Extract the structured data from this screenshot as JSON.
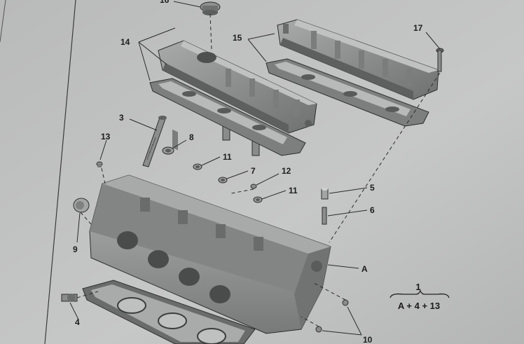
{
  "callouts": {
    "c16": "16",
    "c14": "14",
    "c15": "15",
    "c17": "17",
    "c3": "3",
    "c8": "8",
    "c13": "13",
    "c11a": "11",
    "c7": "7",
    "c12": "12",
    "c11b": "11",
    "c5": "5",
    "c6": "6",
    "c9": "9",
    "cA": "A",
    "c4": "4",
    "c10": "10"
  },
  "formula": {
    "top": "1",
    "bottom": "A + 4 + 13"
  },
  "colors": {
    "paper": "#bfc0c0",
    "part_light": "#9a9b9b",
    "part_dark": "#5c5d5d",
    "ink": "#1c1c1c"
  }
}
